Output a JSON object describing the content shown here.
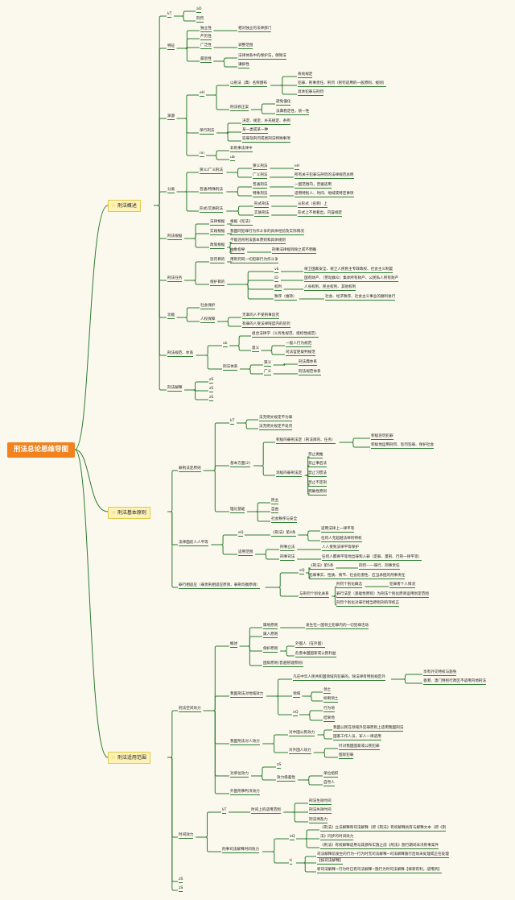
{
  "root": "刑法总论思维导图",
  "branches": {
    "b1": {
      "label": "刑法概述",
      "icon": "star-icon"
    },
    "b2": {
      "label": "刑法基本原则",
      "icon": "star-icon"
    },
    "b3": {
      "label": "刑法适用范围",
      "icon": "star-icon"
    }
  },
  "nodes": {
    "n1": "kT",
    "n1a": "aO",
    "n1b": "刑罚",
    "n2": "特征",
    "n2a": "独立性",
    "n2a1": "相对独立的法律部门",
    "n2b": "严厉性",
    "n2c": "广泛性",
    "n2c1": "调整范围",
    "n2d": "最后性",
    "n2d1": "法律体系中的保护法，保障法",
    "n2d2": "谦抑性",
    "n3": "渊源",
    "n3a": "eH",
    "n3a1": "以刑法（典）名称颁布",
    "n3a1a": "系统规定",
    "n3a1b": "犯罪、刑事责任、刑罚（刑罚适用的一般原则、规则）",
    "n3a1c": "具体犯罪与刑罚",
    "n3a2": "刑法修正案",
    "n3a2a": "避免僵化",
    "n3a2b": "法典稳定性，统一性",
    "n3b": "单行刑法",
    "n3b1": "决定、规定、补充规定、条例",
    "n3b2": "某一类或某一种",
    "n3b3": "犯罪及刑罚或者刑法特殊事项",
    "n3c": "nn",
    "n3c1": "非刑事法律中",
    "n3c2": "ub",
    "n4": "分类",
    "n4a": "狭义/广义刑法",
    "n4a1": "狭义刑法",
    "n4a1a": "eH",
    "n4a2": "广义刑法",
    "n4a2a": "所有关于犯罪与刑罚的法律规范总称",
    "n4b": "普通/特殊刑法",
    "n4b1": "普通刑法",
    "n4b1a": "一国范围内，普遍适用",
    "n4b2": "特殊刑法",
    "n4b2a": "适用特别人、时间、地域或特定事项",
    "n4c": "形式/实质刑法",
    "n4c1": "形式刑法",
    "n4c1a": "从形式（名称）上",
    "n4c2": "实质刑法",
    "n4c2a": "形式上不易看出，内容规定",
    "n5": "刑法根据",
    "n5a": "法律根据",
    "n5a1": "根据《宪法》",
    "n5b": "实践根据",
    "n5b1": "我国同犯罪行为作斗争的具体经验及实际情况",
    "n5c": "政策根据",
    "n5c1": "不能违背刑法基本原则和具体规则",
    "n5c2": "抽象指导",
    "n5c2a": "刑事法律规则除之或不明确",
    "n6": "刑法任务",
    "n6a": "惩罚目的",
    "n6a1": "用刑罚同一切犯罪行为作斗争",
    "n6b": "保护目的",
    "n6b1": "vk",
    "n6b1a": "保卫国家安全、保卫人民民主专政政权、社会主义制度",
    "n6b2": "iD",
    "n6b2a": "国有财产、（劳动群众）集体所有财产、公民私人所有财产",
    "n6b3": "权利",
    "n6b3a": "人身权利、民主权利、其他权利",
    "n6b4": "秩序（维持）",
    "n6b4a": "社会、经济秩序、社会主义事业的顺利进行",
    "n7": "功能",
    "n7a": "社会保护",
    "n7b": "人权保障",
    "n7b1": "无辜的人不受刑事追究",
    "n7b2": "有罪的人受法律限度内的惩罚",
    "n8": "刑法规范、体系",
    "n8a": "uk",
    "n8a1": "组合法律学（义务性规范、授权性规范）",
    "n8a2": "意义",
    "n8a2a": "一般人行为规范",
    "n8a2b": "司法官吏裁判规范",
    "n8b": "刑法体系",
    "n8b1": "狭义",
    "n8b1a": "刑法典体系",
    "n8b2": "广义",
    "n8b2a": "刑法规范体系",
    "n9": "刑法解释",
    "n9a": "zS",
    "n9b": "zS",
    "n9c": "zS",
    "p1": "罪刑法定原则",
    "p1a": "kT",
    "p1a1": "法无明文规定不为罪",
    "p1a2": "法无明文规定不处罚",
    "p1b": "基本方面(2)",
    "p1b1": "积极的罪刑法定（刑法目的、任务）",
    "p1b1a": "积极惩罚犯罪",
    "p1b1b": "积极地运用刑罚、惩罚犯罪、保护社会",
    "p1b2": "消极的罪刑法定",
    "p1b2a": "禁止类推",
    "p1b2b": "禁止事后法",
    "p1b2c": "禁止习惯法",
    "p1b2d": "禁止不定刑",
    "p1b2e": "明确性原则",
    "p1c": "理论基础",
    "p1c1": "民主",
    "p1c2": "自由",
    "p1c3": "社会秩序与安全",
    "p2": "法律面前人人平等",
    "p2a": "eQ",
    "p2a1": "《刑法》第4条",
    "p2a1a": "适用法律上一律平等",
    "p2a1b": "任何人无超越法律的特权",
    "p2b": "适用范围",
    "p2b1": "刑事立法",
    "p2b1a": "人人受到法律平等保护",
    "p2b2": "刑事司法",
    "p2b2a": "任何人都要平等地出罪和入罪（定罪、量刑、行刑一律平等）",
    "p3": "罪行相适应（罪责刑相适应原则、罪刑均衡原则）",
    "p3a": "eQ",
    "p3a1": "《刑法》第5条",
    "p3a1a": "刑罚——罪行、刑事责任",
    "p3a2": "犯罪事实、性质、情节、社会危害性、应当承担的刑事责任",
    "p3b": "与刑罚个别化关系",
    "p3b1": "刑罚个别化概念",
    "p3b1a": "犯罪者个人情况",
    "p3b2": "罪行法定（基础性原则）为刑法个别化原则运用划定范围",
    "p3b3": "刑罚个别化对罪行相当原则刑的夺权正",
    "s1": "刑法空间效力",
    "s1a": "概述",
    "s1a1": "属地原则",
    "s1a1a": "发生在一国领土犯罪内的一切犯罪活动",
    "s1a2": "属人原则",
    "s1a3": "保护原则",
    "s1a3a": "外国人（在外国）",
    "s1a3b": "危害本国国家或公民利益",
    "s1a4": "国际原则(普遍管辖原则)",
    "s1b": "我国刑法对地域效力",
    "s1b1": "凡在中华人民共和国领域内犯罪的，除法律有特别规定外",
    "s1b1a": "享有外交特权与豁免",
    "s1b1b": "香港、澳门特别行政区不适用内地刑法",
    "s1b2": "领域",
    "s1b2a": "领土",
    "s1b2b": "拟制领土",
    "s1b3": "eQ",
    "s1b3a": "行为地",
    "s1b3b": "结果地",
    "s1c": "我国刑法对人效力",
    "s1c1": "对中国公民效力",
    "s1c1a": "我国公民在领域外犯罪原则上适用我国刑法",
    "s1c1b": "国家工作人员、军人一律适用",
    "s1c2": "对外国人效力",
    "s1c2a": "针对我国国家或公民犯罪",
    "s1c2b": "国际犯罪",
    "s1d": "对单位效力",
    "s1d1": "zS",
    "s1d2": "效力级差性",
    "s1d2a": "单位组织",
    "s1d2b": "自然人",
    "s1e": "外国刑事判决效力",
    "s2": "时间效力",
    "s2a": "kT",
    "s2a1": "时间上的适用范围",
    "s2a1a": "刑法生效时间",
    "s2a1b": "刑法失效时间",
    "s2a1c": "刑法溯及力",
    "s2b": "刑事司法解释时间效力",
    "s2b1": "eQ",
    "s2b1a": "《刑法》立法解释和司法解释（即《刑法》有权解释具有与解释文本（即《刑",
    "s2b1b": "法》同步的时间效力",
    "s2b1c": "《刑法》有权解释适用与其颁布实施之前《刑法》施行期间未决刑事案件",
    "s2b2": "ti",
    "s2b2a": "司法解释前发生的行为~行为时无司法解释~司法解释施行后尚未处理或正在处理",
    "s2b2b": "【按司法解释】",
    "s2b2c": "新司法解释~行为时已有司法解释~施行为时司法解释【择新有利，适用新】",
    "s3a": "zS",
    "s3b": "zS"
  }
}
